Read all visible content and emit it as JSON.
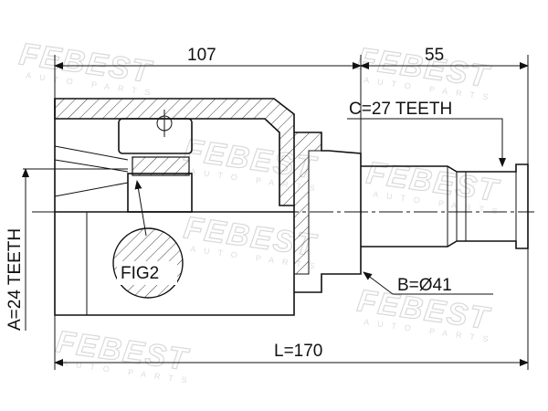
{
  "watermark": {
    "brand": "FEBEST",
    "sub": "AUTO PARTS"
  },
  "dimensions": {
    "left_length": "107",
    "right_length": "55",
    "total_length": "L=170",
    "spline_outer": "C=27 TEETH",
    "seal_diameter": "B=Ø41",
    "spline_inner": "A=24 TEETH"
  },
  "callout": {
    "fig": "FIG2"
  }
}
